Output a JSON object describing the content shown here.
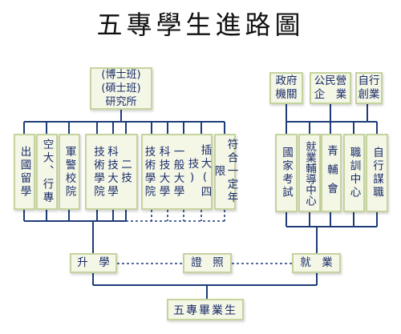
{
  "title": "五專學生進路圖",
  "top_box": [
    "(博士班)",
    "(碩士班)",
    "研究所"
  ],
  "left_columns": [
    "出國留學",
    "空大、行專",
    "軍警校院",
    "技術學院",
    "科技大學",
    "二技",
    "技術學院",
    "科技大學",
    "一般大學",
    "插大(四技)",
    "符合一定年限"
  ],
  "right_top": [
    [
      "政府",
      "機關"
    ],
    [
      "公民營",
      "企　業"
    ],
    [
      "自行",
      "創業"
    ]
  ],
  "right_columns": [
    "國家考試",
    "就業輔導中心",
    "青輔會",
    "職訓中心",
    "自行謀職"
  ],
  "middle_row": {
    "left": "升　學",
    "center": "證　照",
    "right": "就　業"
  },
  "bottom": "五專畢業生",
  "colors": {
    "line": "#1e3c78",
    "box_border": "#c5d39e",
    "box_fill": "#f4f7e6",
    "text": "#1a2b6a"
  }
}
